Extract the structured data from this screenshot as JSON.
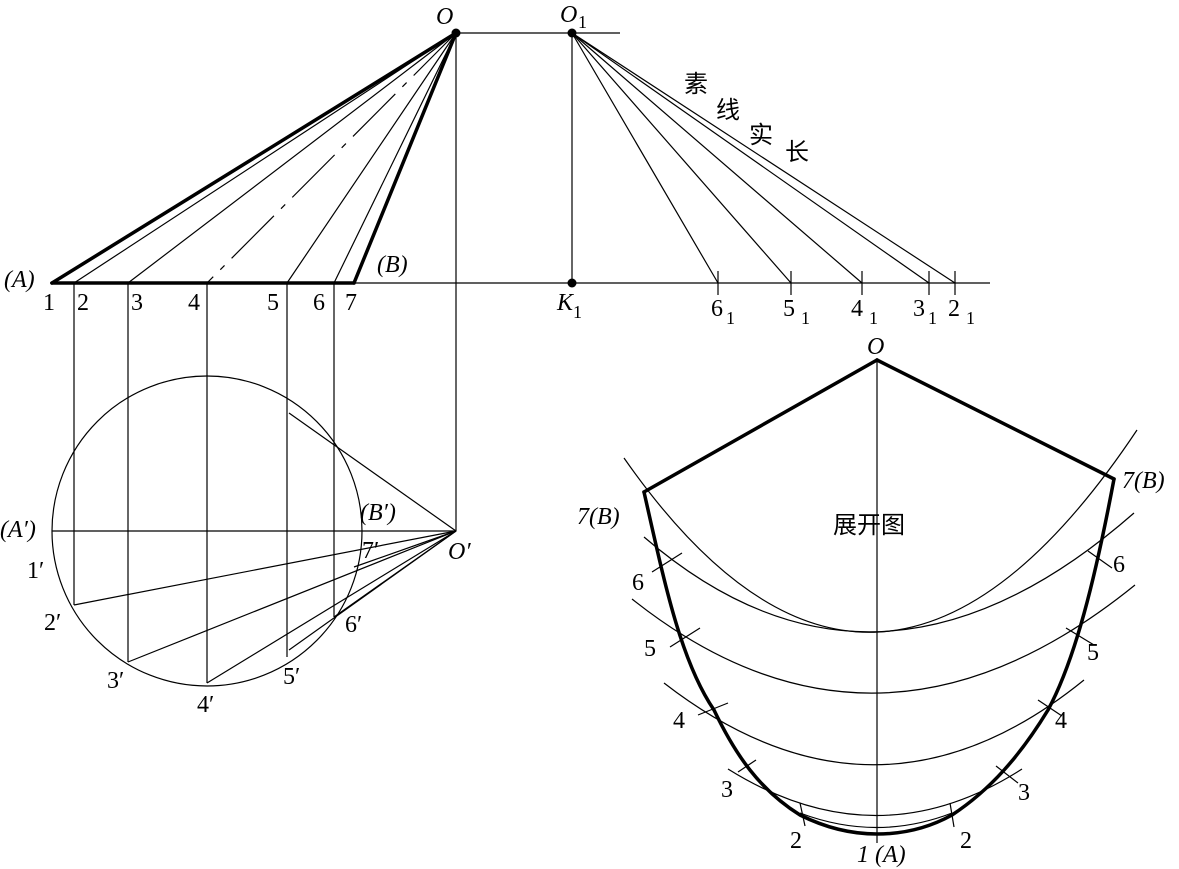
{
  "front_view": {
    "apex_label": "O",
    "apex_label_right": "O",
    "apex_label_right_sub": "1",
    "foot_label": "K",
    "foot_label_sub": "1",
    "true_length_caption": [
      "素",
      "线",
      "实",
      "长"
    ],
    "left_end_label": "(A)",
    "right_end_label": "(B)",
    "base_numbers": [
      "1",
      "2",
      "3",
      "4",
      "5",
      "6",
      "7"
    ],
    "true_length_marks": [
      {
        "num": "6",
        "sub": "1"
      },
      {
        "num": "5",
        "sub": "1"
      },
      {
        "num": "4",
        "sub": "1"
      },
      {
        "num": "3",
        "sub": "1"
      },
      {
        "num": "2",
        "sub": "1"
      }
    ]
  },
  "top_view": {
    "apex_label": "O′",
    "left_label": "(A′)",
    "right_label": "(B′)",
    "points": [
      "1′",
      "2′",
      "3′",
      "4′",
      "5′",
      "6′",
      "7′"
    ]
  },
  "development": {
    "title": "展开图",
    "apex_label": "O",
    "left_end_label": "7(B)",
    "right_end_label": "7(B)",
    "bottom_label": "1 (A)",
    "left_numbers": [
      "6",
      "5",
      "4",
      "3",
      "2"
    ],
    "right_numbers": [
      "6",
      "5",
      "4",
      "3",
      "2"
    ]
  }
}
